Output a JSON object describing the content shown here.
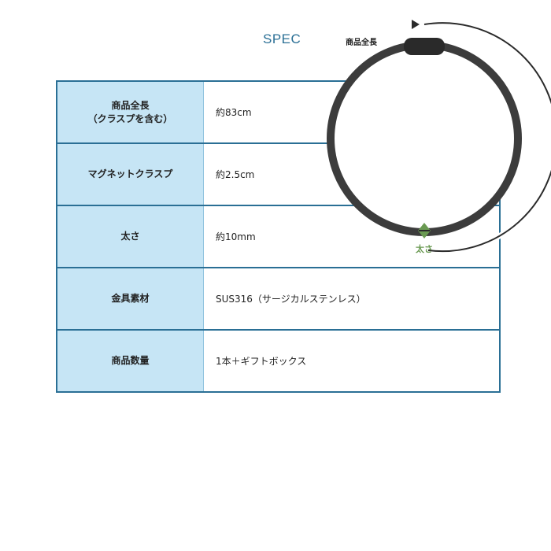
{
  "title": "SPEC",
  "rows": [
    {
      "label_lines": [
        "商品全長",
        "（クラスプを含む）"
      ],
      "value": "約83cm"
    },
    {
      "label_lines": [
        "マグネットクラスプ"
      ],
      "value": "約2.5cm"
    },
    {
      "label_lines": [
        "太さ"
      ],
      "value": "約10mm"
    },
    {
      "label_lines": [
        "金具素材"
      ],
      "value": "SUS316（サージカルステンレス）"
    },
    {
      "label_lines": [
        "商品数量"
      ],
      "value": "1本＋ギフトボックス"
    }
  ],
  "diagram": {
    "length_label": "商品全長",
    "thickness_label": "太さ",
    "colors": {
      "band": "#3c3c3c",
      "clasp": "#2a2a2a",
      "marker": "#6a9a52",
      "accent": "#2a6f95",
      "label_bg": "#c6e5f5"
    }
  }
}
